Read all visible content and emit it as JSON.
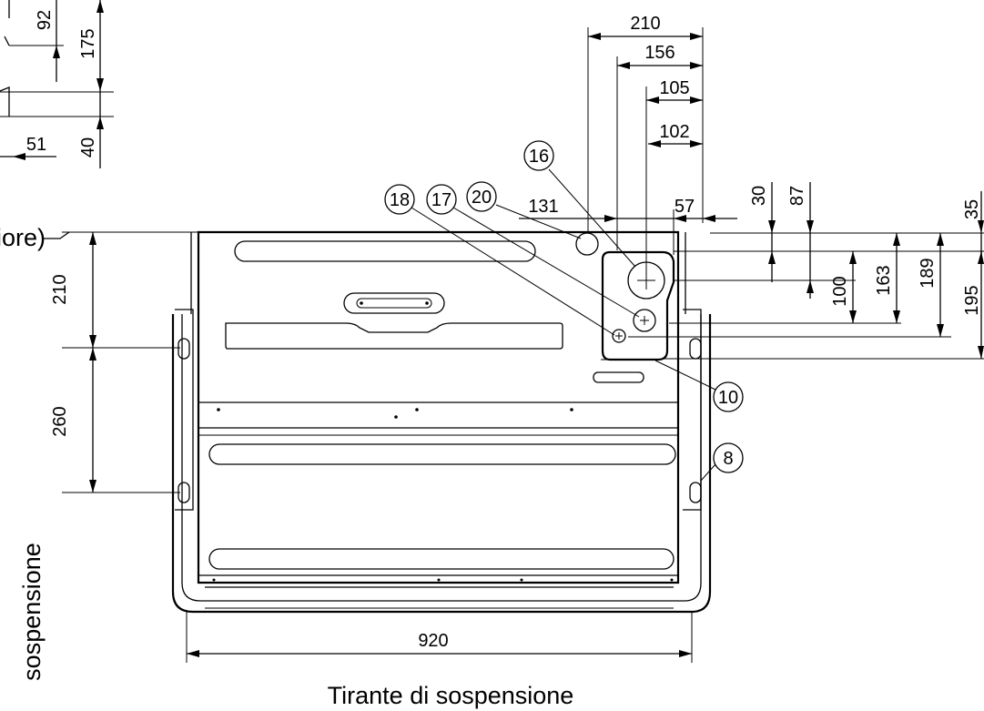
{
  "dimensions": {
    "d210_top": "210",
    "d156": "156",
    "d105": "105",
    "d102": "102",
    "d131": "131",
    "d57": "57",
    "d30": "30",
    "d87": "87",
    "d35": "35",
    "d100": "100",
    "d163": "163",
    "d189": "189",
    "d195": "195",
    "d210_left": "210",
    "d260": "260",
    "d920": "920",
    "d92": "92",
    "d175": "175",
    "d51": "51",
    "d40": "40"
  },
  "callouts": {
    "c16": "16",
    "c18": "18",
    "c17": "17",
    "c20": "20",
    "c10": "10",
    "c8": "8"
  },
  "labels": {
    "cut_left": "iore)",
    "bottom": "Tirante di sospensione",
    "vertical": "sospensione"
  }
}
